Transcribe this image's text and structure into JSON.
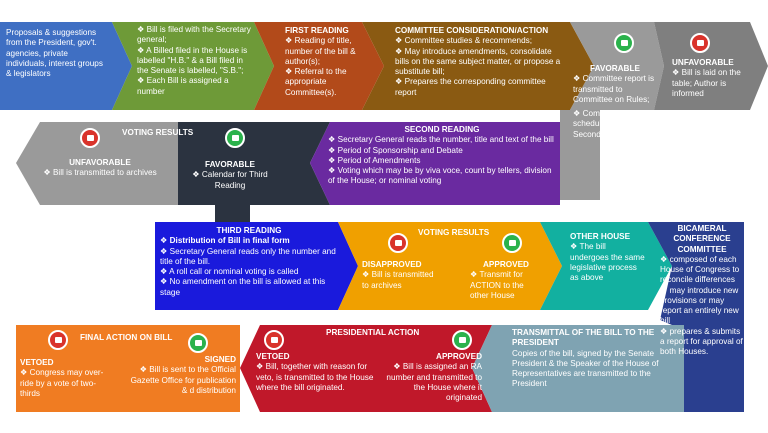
{
  "colors": {
    "blue": "#3f6fc3",
    "green": "#6e9a38",
    "rust": "#b24a1a",
    "brown": "#8a5a12",
    "grey": "#9a9a9a",
    "darkgrey": "#7f7f7f",
    "slate": "#6f8291",
    "darknavy": "#2b3340",
    "purple": "#6a2aa0",
    "royal": "#1a1adc",
    "orange": "#f0a000",
    "teal": "#12b0a0",
    "navy": "#2a3f8f",
    "lightorange": "#f07c22",
    "red": "#c0182a",
    "lightteal": "#7fa3b2",
    "thumb_up": "#2bb24c",
    "thumb_down": "#d9332b"
  },
  "row1": {
    "proposals": "Proposals & suggestions from the President, gov't. agencies, private individuals, interest groups & legislators",
    "filing": [
      "Bill is filed with the Secretary general;",
      "A Billed filed in the House is labelled \"H.B.\" & a Bill filed in the Senate is labelled, \"S.B.\";",
      "Each Bill is assigned a number"
    ],
    "first_reading": {
      "title": "FIRST READING",
      "items": [
        "Reading of title, number of the bill & author(s);",
        "Referral to the appropriate Committee(s)."
      ]
    },
    "committee": {
      "title": "COMMITTEE CONSIDERATION/ACTION",
      "items": [
        "Committee studies & recommends;",
        "May introduce amendments, consolidate bills on the same subject matter, or propose a substitute bill;",
        "Prepares the corresponding committee report"
      ]
    },
    "favorable": {
      "title": "FAVORABLE",
      "items": [
        "Committee report is transmitted to Committee on Rules;",
        "Committee on Rules schedules the bill for Second Reading"
      ]
    },
    "unfavorable": {
      "title": "UNFAVORABLE",
      "items": [
        "Bill is laid on the table; Author is informed"
      ]
    }
  },
  "row2": {
    "second_reading": {
      "title": "SECOND READING",
      "items": [
        "Secretary General reads the number, title and text of the bill",
        "Period of Sponsorship and Debate",
        "Period of Amendments",
        "Voting which may be by viva voce, count by tellers, division of the House; or nominal voting"
      ]
    },
    "voting_results": {
      "title": "VOTING RESULTS",
      "favorable_title": "FAVORABLE",
      "favorable_items": [
        "Calendar for Third Reading"
      ],
      "unfavorable_title": "UNFAVORABLE",
      "unfavorable_items": [
        "Bill is transmitted to archives"
      ]
    }
  },
  "row3": {
    "third_reading": {
      "title": "THIRD READING",
      "items": [
        "Distribution of Bill in final form",
        "Secretary General reads only the number and title of the bill.",
        "A roll call or nominal voting is called",
        "No amendment on the bill is allowed at this stage"
      ]
    },
    "voting_results": {
      "title": "VOTING RESULTS",
      "disapproved_title": "DISAPPROVED",
      "disapproved_items": [
        "Bill is transmitted to archives"
      ],
      "approved_title": "APPROVED",
      "approved_items": [
        "Transmit for ACTION to the other House"
      ]
    },
    "other_house": {
      "title": "OTHER HOUSE",
      "items": [
        "The bill undergoes the same legislative process as above"
      ]
    },
    "bicameral": {
      "title": "BICAMERAL CONFERENCE COMMITTEE",
      "items": [
        "composed of each House of Congress to reconcile differences",
        "may introduce new provisions or may report an entirely new bill",
        "prepares & submits a report for approval of both Houses."
      ]
    }
  },
  "row4": {
    "final_action": {
      "title": "FINAL ACTION ON BILL",
      "vetoed_title": "VETOED",
      "vetoed_items": [
        "Congress may over-ride by a vote of two-thirds"
      ],
      "signed_title": "SIGNED",
      "signed_items": [
        "Bill is sent to the Official Gazette Office for publication & d distribution"
      ]
    },
    "presidential_action": {
      "title": "PRESIDENTIAL ACTION",
      "vetoed_title": "VETOED",
      "vetoed_items": [
        "Bill, together with reason for veto, is transmitted to the House where the bill originated."
      ],
      "approved_title": "APPROVED",
      "approved_items": [
        "Bill is assigned an RA number and transmitted to the House where it originated"
      ]
    },
    "transmittal": {
      "title": "TRANSMITTAL OF THE BILL TO THE PRESIDENT",
      "text": "Copies of the bill, signed by the Senate President & the Speaker of the House of Representatives are transmitted to the President"
    }
  }
}
